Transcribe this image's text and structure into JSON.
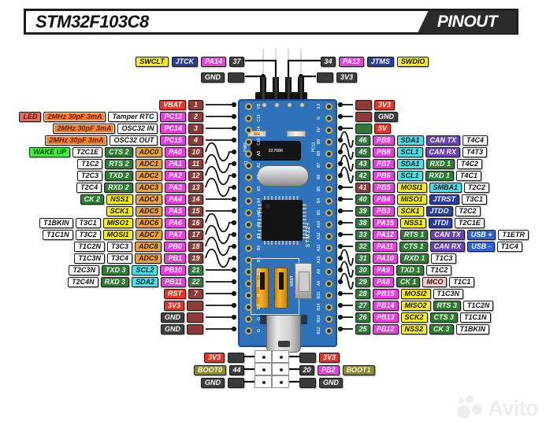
{
  "header": {
    "title": "STM32F103C8",
    "badge": "PINOUT"
  },
  "watermark": {
    "text": "Avito"
  },
  "palette": {
    "w": {
      "bg": "#ffffff",
      "fg": "#111111"
    },
    "pin": {
      "bg": "#ea3ce0",
      "fg": "#ffffff"
    },
    "pwr": {
      "bg": "#ee3124",
      "fg": "#ffffff"
    },
    "gnd": {
      "bg": "#3f3f41",
      "fg": "#ffffff"
    },
    "nred": {
      "bg": "#8d3a38",
      "fg": "#ffffff"
    },
    "ngrn": {
      "bg": "#2f7a3b",
      "fg": "#ffffff"
    },
    "nblk": {
      "bg": "#3a3a3c",
      "fg": "#ffffff"
    },
    "osc": {
      "bg": "#f4812a",
      "fg": "#6e1a00"
    },
    "adc": {
      "bg": "#eaa33c",
      "fg": "#2b1500"
    },
    "ser": {
      "bg": "#2b7e31",
      "fg": "#ffffff"
    },
    "spi": {
      "bg": "#f6ef0e",
      "fg": "#111111"
    },
    "i2c": {
      "bg": "#41e2e8",
      "fg": "#111111"
    },
    "can": {
      "bg": "#6a42b8",
      "fg": "#ffffff"
    },
    "usb": {
      "bg": "#2f62d6",
      "fg": "#ffffff"
    },
    "jtag": {
      "bg": "#2c3ba0",
      "fg": "#ffffff"
    },
    "wake": {
      "bg": "#41ee3c",
      "fg": "#0b3a06"
    },
    "led": {
      "bg": "#ea6a63",
      "fg": "#581010"
    },
    "mco": {
      "bg": "#f6cdc9",
      "fg": "#3a1210"
    },
    "boot": {
      "bg": "#8b8b22",
      "fg": "#ffffff"
    }
  },
  "top": {
    "row1_left": [
      [
        "SWCLT",
        "spi"
      ],
      [
        "JTCK",
        "jtag"
      ],
      [
        "PA14",
        "pin"
      ],
      [
        "37",
        "nblk"
      ]
    ],
    "row1_right": [
      [
        "34",
        "nblk"
      ],
      [
        "PA13",
        "pin"
      ],
      [
        "JTMS",
        "jtag"
      ],
      [
        "SWDIO",
        "spi"
      ]
    ],
    "row2_left": [
      [
        "GND",
        "gnd"
      ],
      [
        "",
        "nblk"
      ]
    ],
    "row2_right": [
      [
        "",
        "nblk"
      ],
      [
        "3V3",
        "gnd"
      ]
    ]
  },
  "left_rows": [
    {
      "wave": false,
      "boxes": [
        [
          "VBAT",
          "pwr"
        ],
        [
          "1",
          "nred"
        ]
      ]
    },
    {
      "wave": false,
      "boxes": [
        [
          "LED",
          "led"
        ],
        [
          "2MHz 30pF 3mA",
          "osc"
        ],
        [
          "Tamper RTC",
          "w"
        ],
        [
          "PC13",
          "pin"
        ],
        [
          "2",
          "nred"
        ]
      ]
    },
    {
      "wave": false,
      "boxes": [
        [
          "2MHz 30pF 3mA",
          "osc"
        ],
        [
          "OSC32 IN",
          "w"
        ],
        [
          "PC14",
          "pin"
        ],
        [
          "3",
          "nred"
        ]
      ]
    },
    {
      "wave": false,
      "boxes": [
        [
          "2MHz 30pF 3mA",
          "osc"
        ],
        [
          "OSC32 OUT",
          "w"
        ],
        [
          "PC15",
          "pin"
        ],
        [
          "4",
          "nred"
        ]
      ]
    },
    {
      "wave": true,
      "boxes": [
        [
          "WAKE UP",
          "wake"
        ],
        [
          "T2C1E",
          "w"
        ],
        [
          "CTS 2",
          "ser"
        ],
        [
          "ADC0",
          "adc"
        ],
        [
          "PA0",
          "pin"
        ],
        [
          "10",
          "nred"
        ]
      ]
    },
    {
      "wave": true,
      "boxes": [
        [
          "T1C2",
          "w"
        ],
        [
          "RTS 2",
          "ser"
        ],
        [
          "ADC1",
          "adc"
        ],
        [
          "PA1",
          "pin"
        ],
        [
          "11",
          "nred"
        ]
      ]
    },
    {
      "wave": true,
      "boxes": [
        [
          "T2C3",
          "w"
        ],
        [
          "TXD 2",
          "ser"
        ],
        [
          "ADC2",
          "adc"
        ],
        [
          "PA2",
          "pin"
        ],
        [
          "12",
          "nred"
        ]
      ]
    },
    {
      "wave": true,
      "boxes": [
        [
          "T2C4",
          "w"
        ],
        [
          "RXD 2",
          "ser"
        ],
        [
          "ADC3",
          "adc"
        ],
        [
          "PA3",
          "pin"
        ],
        [
          "13",
          "nred"
        ]
      ]
    },
    {
      "wave": false,
      "boxes": [
        [
          "CK 2",
          "ser"
        ],
        [
          "NSS1",
          "spi"
        ],
        [
          "ADC4",
          "adc"
        ],
        [
          "PA4",
          "pin"
        ],
        [
          "14",
          "nred"
        ]
      ]
    },
    {
      "wave": false,
      "boxes": [
        [
          "SCK1",
          "spi"
        ],
        [
          "ADC5",
          "adc"
        ],
        [
          "PA5",
          "pin"
        ],
        [
          "15",
          "nred"
        ]
      ]
    },
    {
      "wave": true,
      "boxes": [
        [
          "T1BKIN",
          "w"
        ],
        [
          "T3C1",
          "w"
        ],
        [
          "MISO1",
          "spi"
        ],
        [
          "ADC6",
          "adc"
        ],
        [
          "PA6",
          "pin"
        ],
        [
          "16",
          "nred"
        ]
      ]
    },
    {
      "wave": true,
      "boxes": [
        [
          "T1C1N",
          "w"
        ],
        [
          "T3C2",
          "w"
        ],
        [
          "MOSI1",
          "spi"
        ],
        [
          "ADC7",
          "adc"
        ],
        [
          "PA7",
          "pin"
        ],
        [
          "17",
          "nred"
        ]
      ]
    },
    {
      "wave": true,
      "boxes": [
        [
          "T1C2N",
          "w"
        ],
        [
          "T3C3",
          "w"
        ],
        [
          "ADC8",
          "adc"
        ],
        [
          "PB0",
          "pin"
        ],
        [
          "18",
          "nred"
        ]
      ]
    },
    {
      "wave": true,
      "boxes": [
        [
          "T1C3N",
          "w"
        ],
        [
          "T3C4",
          "w"
        ],
        [
          "ADC9",
          "adc"
        ],
        [
          "PB1",
          "pin"
        ],
        [
          "19",
          "nred"
        ]
      ]
    },
    {
      "wave": false,
      "boxes": [
        [
          "T2C3N",
          "w"
        ],
        [
          "TXD 3",
          "ser"
        ],
        [
          "SCL2",
          "i2c"
        ],
        [
          "PB10",
          "pin"
        ],
        [
          "21",
          "ngrn"
        ]
      ]
    },
    {
      "wave": false,
      "boxes": [
        [
          "T2C4N",
          "w"
        ],
        [
          "RXD 3",
          "ser"
        ],
        [
          "SDA2",
          "i2c"
        ],
        [
          "PB11",
          "pin"
        ],
        [
          "22",
          "ngrn"
        ]
      ]
    },
    {
      "wave": false,
      "boxes": [
        [
          "RST",
          "pwr"
        ],
        [
          "7",
          "nred"
        ]
      ]
    },
    {
      "wave": false,
      "boxes": [
        [
          "3V3",
          "pwr"
        ],
        [
          "",
          "nred"
        ]
      ]
    },
    {
      "wave": false,
      "boxes": [
        [
          "GND",
          "gnd"
        ],
        [
          "",
          "nred"
        ]
      ]
    },
    {
      "wave": false,
      "boxes": [
        [
          "GND",
          "gnd"
        ],
        [
          "",
          "nred"
        ]
      ]
    }
  ],
  "right_rows": [
    {
      "wave": false,
      "boxes": [
        [
          "",
          "nred"
        ],
        [
          "3V3",
          "pwr"
        ]
      ]
    },
    {
      "wave": false,
      "boxes": [
        [
          "",
          "nred"
        ],
        [
          "GND",
          "gnd"
        ]
      ]
    },
    {
      "wave": false,
      "boxes": [
        [
          "",
          "ngrn"
        ],
        [
          "5V",
          "pwr"
        ]
      ]
    },
    {
      "wave": true,
      "boxes": [
        [
          "46",
          "ngrn"
        ],
        [
          "PB9",
          "pin"
        ],
        [
          "SDA1",
          "i2c"
        ],
        [
          "CAN TX",
          "can"
        ],
        [
          "T4C4",
          "w"
        ]
      ]
    },
    {
      "wave": true,
      "boxes": [
        [
          "45",
          "ngrn"
        ],
        [
          "PB8",
          "pin"
        ],
        [
          "SCL1",
          "i2c"
        ],
        [
          "CAN RX",
          "can"
        ],
        [
          "T4T3",
          "w"
        ]
      ]
    },
    {
      "wave": true,
      "boxes": [
        [
          "43",
          "ngrn"
        ],
        [
          "PB7",
          "pin"
        ],
        [
          "SDA1",
          "i2c"
        ],
        [
          "RXD 1",
          "ser"
        ],
        [
          "T4C2",
          "w"
        ]
      ]
    },
    {
      "wave": true,
      "boxes": [
        [
          "42",
          "ngrn"
        ],
        [
          "PB6",
          "pin"
        ],
        [
          "SCL1",
          "i2c"
        ],
        [
          "RXD 1",
          "ser"
        ],
        [
          "T4C1",
          "w"
        ]
      ]
    },
    {
      "wave": false,
      "boxes": [
        [
          "41",
          "nred"
        ],
        [
          "PB5",
          "pin"
        ],
        [
          "MOSI1",
          "spi"
        ],
        [
          "SMBA1",
          "i2c"
        ],
        [
          "T2C2",
          "w"
        ]
      ]
    },
    {
      "wave": false,
      "boxes": [
        [
          "40",
          "ngrn"
        ],
        [
          "PB4",
          "pin"
        ],
        [
          "MISO1",
          "spi"
        ],
        [
          "JTRST",
          "jtag"
        ],
        [
          "T3C1",
          "w"
        ]
      ]
    },
    {
      "wave": false,
      "boxes": [
        [
          "39",
          "ngrn"
        ],
        [
          "PB3",
          "pin"
        ],
        [
          "SCK1",
          "spi"
        ],
        [
          "JTDO",
          "jtag"
        ],
        [
          "T2C2",
          "w"
        ]
      ]
    },
    {
      "wave": false,
      "boxes": [
        [
          "38",
          "ngrn"
        ],
        [
          "PA15",
          "pin"
        ],
        [
          "NSS1",
          "spi"
        ],
        [
          "JTDI",
          "jtag"
        ],
        [
          "T2C1E",
          "w"
        ]
      ]
    },
    {
      "wave": false,
      "boxes": [
        [
          "33",
          "ngrn"
        ],
        [
          "PA12",
          "pin"
        ],
        [
          "RTS 1",
          "ser"
        ],
        [
          "CAN TX",
          "can"
        ],
        [
          "USB +",
          "usb"
        ],
        [
          "T1ETR",
          "w"
        ]
      ]
    },
    {
      "wave": false,
      "boxes": [
        [
          "32",
          "ngrn"
        ],
        [
          "PA11",
          "pin"
        ],
        [
          "CTS 1",
          "ser"
        ],
        [
          "CAN RX",
          "can"
        ],
        [
          "USB -",
          "usb"
        ],
        [
          "T1C4",
          "w"
        ]
      ]
    },
    {
      "wave": true,
      "boxes": [
        [
          "31",
          "ngrn"
        ],
        [
          "PA10",
          "pin"
        ],
        [
          "RXD 1",
          "ser"
        ],
        [
          "T1C3",
          "w"
        ]
      ]
    },
    {
      "wave": true,
      "boxes": [
        [
          "30",
          "ngrn"
        ],
        [
          "PA9",
          "pin"
        ],
        [
          "TXD 1",
          "ser"
        ],
        [
          "T1C2",
          "w"
        ]
      ]
    },
    {
      "wave": true,
      "boxes": [
        [
          "29",
          "ngrn"
        ],
        [
          "PA8",
          "pin"
        ],
        [
          "CK 1",
          "ser"
        ],
        [
          "MCO",
          "mco"
        ],
        [
          "T1C1",
          "w"
        ]
      ]
    },
    {
      "wave": false,
      "boxes": [
        [
          "28",
          "ngrn"
        ],
        [
          "PB15",
          "pin"
        ],
        [
          "MOSI2",
          "spi"
        ],
        [
          "T1C3N",
          "w"
        ]
      ]
    },
    {
      "wave": false,
      "boxes": [
        [
          "27",
          "ngrn"
        ],
        [
          "PB14",
          "pin"
        ],
        [
          "MISO2",
          "spi"
        ],
        [
          "RTS 3",
          "ser"
        ],
        [
          "T1C2N",
          "w"
        ]
      ]
    },
    {
      "wave": false,
      "boxes": [
        [
          "26",
          "ngrn"
        ],
        [
          "PB13",
          "pin"
        ],
        [
          "SCK2",
          "spi"
        ],
        [
          "CTS 3",
          "ser"
        ],
        [
          "T1C1N",
          "w"
        ]
      ]
    },
    {
      "wave": false,
      "boxes": [
        [
          "25",
          "ngrn"
        ],
        [
          "PB12",
          "pin"
        ],
        [
          "NSS2",
          "spi"
        ],
        [
          "CK 3",
          "ser"
        ],
        [
          "T1BKIN",
          "w"
        ]
      ]
    }
  ],
  "bottom": {
    "left": [
      [
        [
          "3V3",
          "pwr"
        ],
        [
          "",
          "nblk"
        ]
      ],
      [
        [
          "BOOT0",
          "boot"
        ],
        [
          "44",
          "nblk"
        ]
      ],
      [
        [
          "GND",
          "gnd"
        ],
        [
          "",
          "nblk"
        ]
      ]
    ],
    "right": [
      [
        [
          "",
          "nblk"
        ],
        [
          "3V3",
          "pwr"
        ]
      ],
      [
        [
          "20",
          "nblk"
        ],
        [
          "PB2",
          "pin"
        ],
        [
          "BOOT1",
          "boot"
        ]
      ],
      [
        [
          "",
          "nblk"
        ],
        [
          "GND",
          "gnd"
        ]
      ]
    ]
  },
  "board": {
    "pcb_color": "#2e72ba",
    "silkscreen_left": [
      "VB",
      "C13",
      "C14",
      "C15",
      "A0",
      "A1",
      "A2",
      "A3",
      "A4",
      "A5",
      "A6",
      "A7",
      "B0",
      "B1",
      "B10",
      "B11",
      "R",
      "3.3",
      "G",
      "G"
    ],
    "silkscreen_right": [
      "3.3",
      "G",
      "5V",
      "B9",
      "B8",
      "B7",
      "B6",
      "B5",
      "B4",
      "B3",
      "A15",
      "A12",
      "A11",
      "A10",
      "A9",
      "A8",
      "B15",
      "B14",
      "B13",
      "B12"
    ],
    "mcu_marking": "STM32+",
    "rtc_crystal": "32.768K",
    "labels": {
      "pwr": "PWR",
      "pc13": "PC13",
      "y1": "Y1",
      "y2": "Y2",
      "nrst": "NRST",
      "boot0": "BOOT0",
      "boot1": "BOOT1"
    }
  }
}
